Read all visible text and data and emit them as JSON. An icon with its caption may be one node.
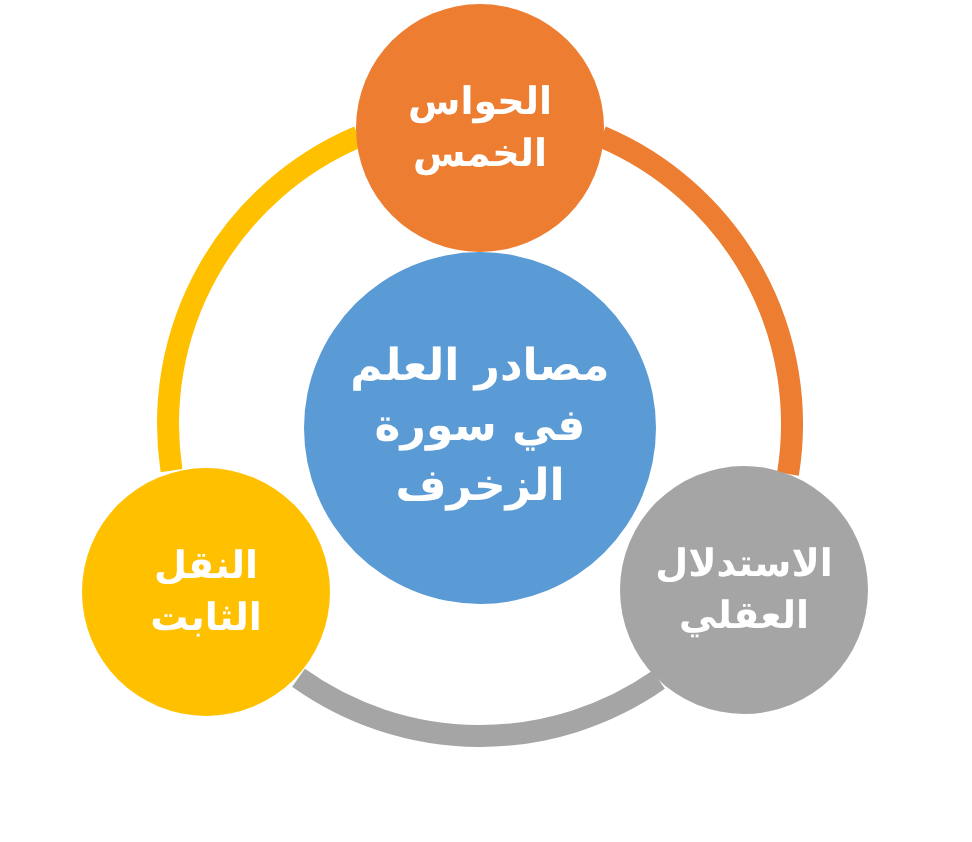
{
  "diagram": {
    "nodes": [
      {
        "text": [
          "مصادر العلم في سورة الزخرف"
        ]
      },
      {
        "text": [
          "الحواس الخمس"
        ]
      },
      {
        "text": [
          "الاستدلال العقلي"
        ]
      },
      {
        "text": [
          "النقل الثابت"
        ]
      }
    ],
    "edges": [
      {
        "from": 1,
        "to": 2,
        "arrow": "none",
        "color": "#ed7d31"
      },
      {
        "from": 2,
        "to": 3,
        "arrow": "none",
        "color": "#a5a5a5"
      },
      {
        "from": 3,
        "to": 1,
        "arrow": "none",
        "color": "#ffc000"
      }
    ]
  }
}
